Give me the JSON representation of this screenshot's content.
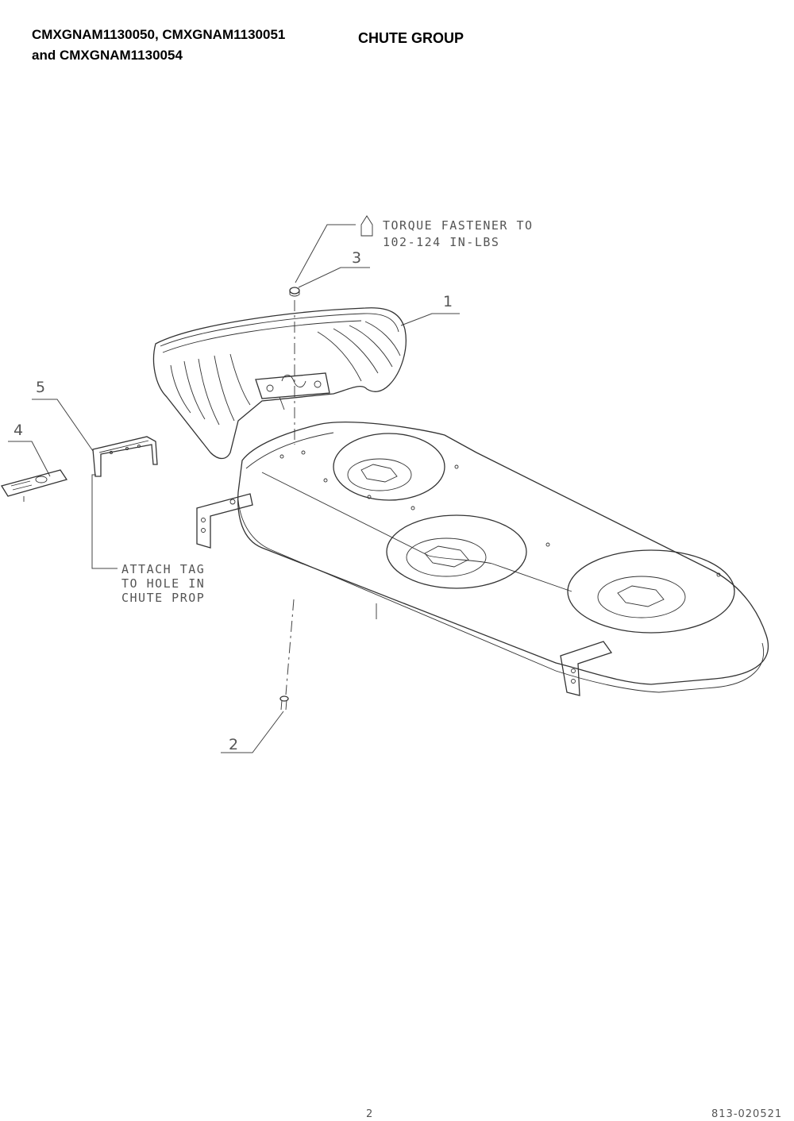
{
  "header": {
    "models_line1": "CMXGNAM1130050, CMXGNAM1130051",
    "models_line2": "and CMXGNAM1130054",
    "title": "CHUTE GROUP"
  },
  "callouts": {
    "part1": "1",
    "part2": "2",
    "part3": "3",
    "part4": "4",
    "part5": "5"
  },
  "notes": {
    "torque_line1": "TORQUE FASTENER TO",
    "torque_line2": "102-124 IN-LBS",
    "tag_line1": "ATTACH TAG",
    "tag_line2": "TO HOLE IN",
    "tag_line3": "CHUTE PROP"
  },
  "footer": {
    "page": "2",
    "doc": "813-020521"
  }
}
